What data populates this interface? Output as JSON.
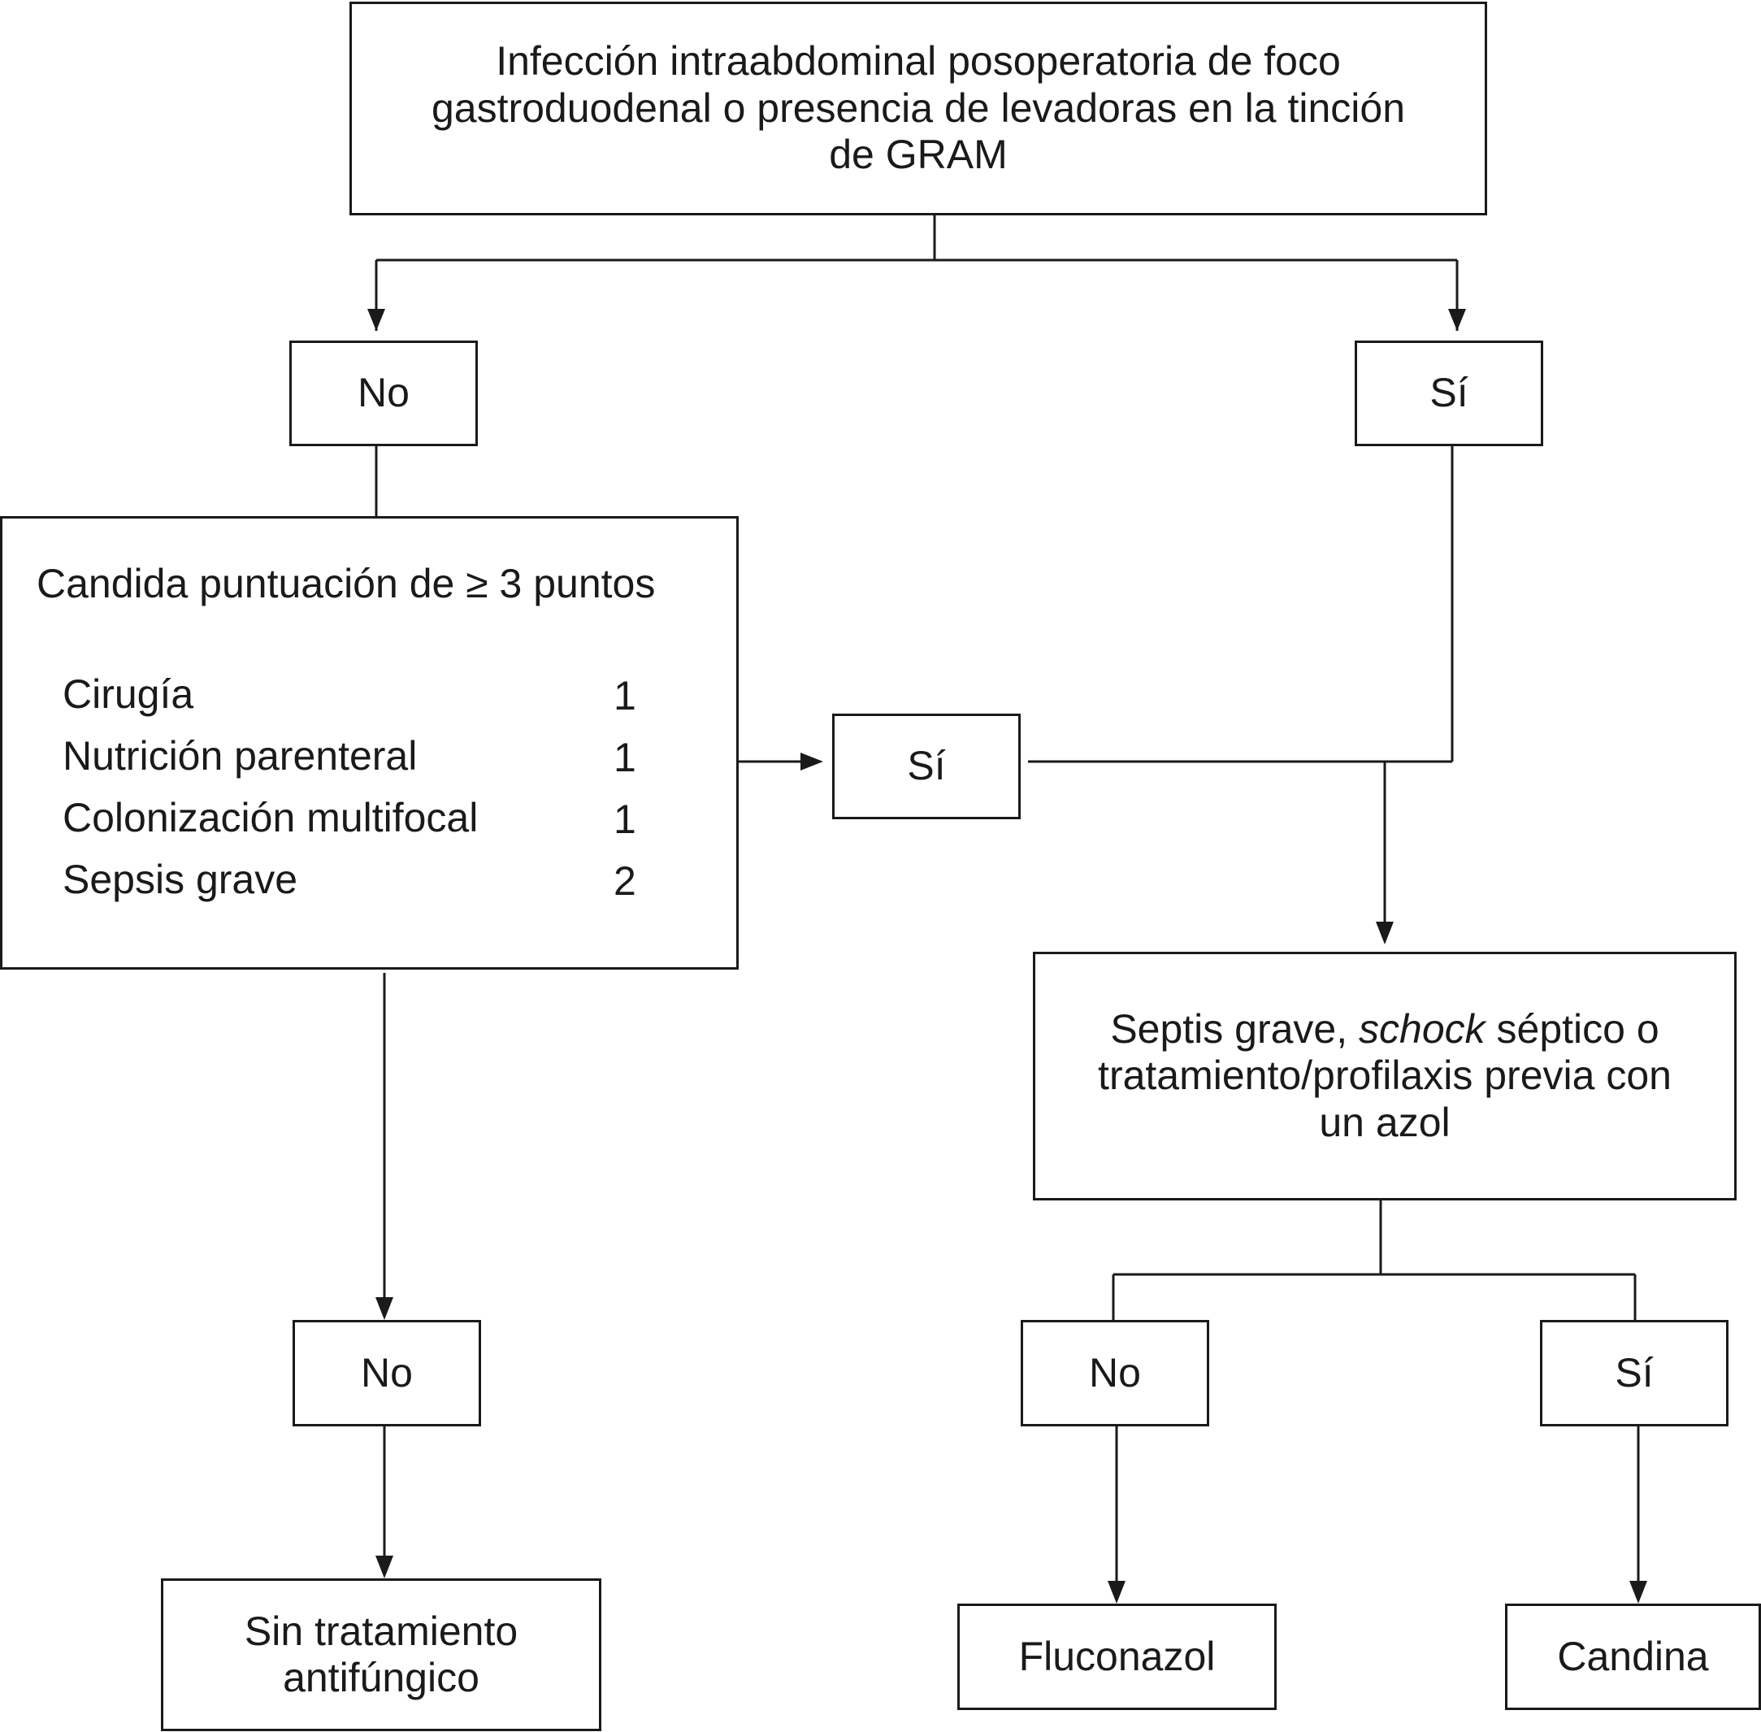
{
  "nodes": {
    "top": "Infección intraabdominal posoperatoria de foco gastroduodenal o presencia de levadoras en la tinción de GRAM",
    "no1": "No",
    "si1": "Sí",
    "score_title": "Candida puntuación de ≥ 3 puntos",
    "criteria": [
      {
        "label": "Cirugía",
        "points": "1"
      },
      {
        "label": "Nutrición parenteral",
        "points": "1"
      },
      {
        "label": "Colonización multifocal",
        "points": "1"
      },
      {
        "label": "Sepsis grave",
        "points": "2"
      }
    ],
    "si2": "Sí",
    "severity": {
      "pre": "Septis grave, ",
      "italic": "schock",
      "post": " séptico o tratamiento/profilaxis previa con un azol"
    },
    "no2": "No",
    "no3": "No",
    "si3": "Sí",
    "result_none": "Sin tratamiento antifúngico",
    "result_fluconazol": "Fluconazol",
    "result_candina": "Candina"
  }
}
